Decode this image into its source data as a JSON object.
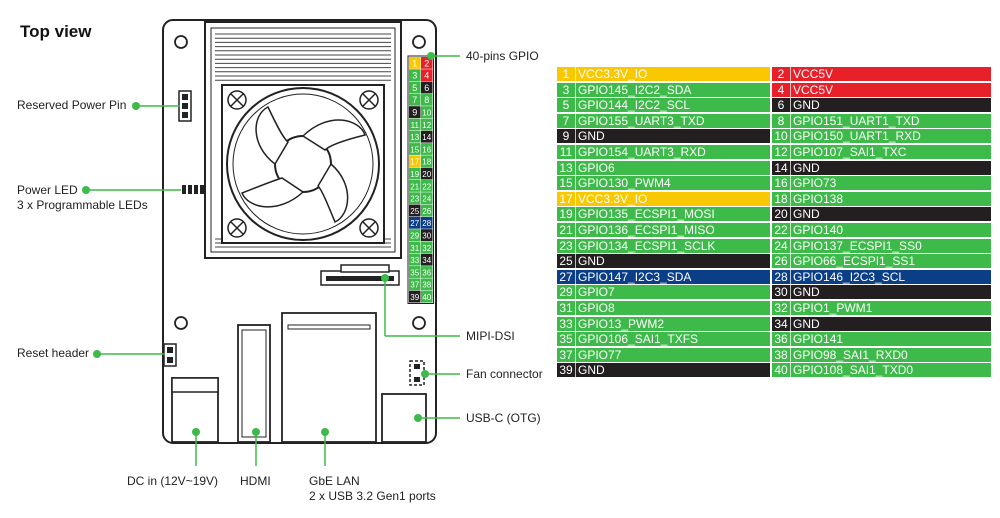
{
  "title": "Top view",
  "callouts": {
    "reserved_power_pin": "Reserved Power Pin",
    "power_led_line1": "Power LED",
    "power_led_line2": "3 x Programmable LEDs",
    "reset_header": "Reset header",
    "dc_in": "DC in (12V~19V)",
    "hdmi": "HDMI",
    "gbe_line1": "GbE LAN",
    "gbe_line2": "2 x USB 3.2 Gen1 ports",
    "gpio40": "40-pins GPIO",
    "mipi_dsi": "MIPI-DSI",
    "fan_connector": "Fan connector",
    "usb_c": "USB-C (OTG)"
  },
  "colors": {
    "accent_green": "#3dba49",
    "yellow": "#f9c800",
    "red": "#e8202a",
    "black": "#231f20",
    "blue": "#0a3e86"
  },
  "pin_rows": [
    {
      "left_num": "1",
      "left_name": "VCC3.3V_IO",
      "left_color": "yellow",
      "right_num": "2",
      "right_name": "VCC5V",
      "right_color": "red"
    },
    {
      "left_num": "3",
      "left_name": "GPIO145_I2C2_SDA",
      "left_color": "green",
      "right_num": "4",
      "right_name": "VCC5V",
      "right_color": "red"
    },
    {
      "left_num": "5",
      "left_name": "GPIO144_I2C2_SCL",
      "left_color": "green",
      "right_num": "6",
      "right_name": "GND",
      "right_color": "black"
    },
    {
      "left_num": "7",
      "left_name": "GPIO155_UART3_TXD",
      "left_color": "green",
      "right_num": "8",
      "right_name": "GPIO151_UART1_TXD",
      "right_color": "green"
    },
    {
      "left_num": "9",
      "left_name": "GND",
      "left_color": "black",
      "right_num": "10",
      "right_name": "GPIO150_UART1_RXD",
      "right_color": "green"
    },
    {
      "left_num": "11",
      "left_name": "GPIO154_UART3_RXD",
      "left_color": "green",
      "right_num": "12",
      "right_name": "GPIO107_SAI1_TXC",
      "right_color": "green"
    },
    {
      "left_num": "13",
      "left_name": "GPIO6",
      "left_color": "green",
      "right_num": "14",
      "right_name": "GND",
      "right_color": "black"
    },
    {
      "left_num": "15",
      "left_name": "GPIO130_PWM4",
      "left_color": "green",
      "right_num": "16",
      "right_name": "GPIO73",
      "right_color": "green"
    },
    {
      "left_num": "17",
      "left_name": "VCC3.3V_IO",
      "left_color": "yellow",
      "right_num": "18",
      "right_name": "GPIO138",
      "right_color": "green"
    },
    {
      "left_num": "19",
      "left_name": "GPIO135_ECSPI1_MOSI",
      "left_color": "green",
      "right_num": "20",
      "right_name": "GND",
      "right_color": "black"
    },
    {
      "left_num": "21",
      "left_name": "GPIO136_ECSPI1_MISO",
      "left_color": "green",
      "right_num": "22",
      "right_name": "GPIO140",
      "right_color": "green"
    },
    {
      "left_num": "23",
      "left_name": "GPIO134_ECSPI1_SCLK",
      "left_color": "green",
      "right_num": "24",
      "right_name": "GPIO137_ECSPI1_SS0",
      "right_color": "green"
    },
    {
      "left_num": "25",
      "left_name": "GND",
      "left_color": "black",
      "right_num": "26",
      "right_name": "GPIO66_ECSPI1_SS1",
      "right_color": "green"
    },
    {
      "left_num": "27",
      "left_name": "GPIO147_I2C3_SDA",
      "left_color": "blue",
      "right_num": "28",
      "right_name": "GPIO146_I2C3_SCL",
      "right_color": "blue"
    },
    {
      "left_num": "29",
      "left_name": "GPIO7",
      "left_color": "green",
      "right_num": "30",
      "right_name": "GND",
      "right_color": "black"
    },
    {
      "left_num": "31",
      "left_name": "GPIO8",
      "left_color": "green",
      "right_num": "32",
      "right_name": "GPIO1_PWM1",
      "right_color": "green"
    },
    {
      "left_num": "33",
      "left_name": "GPIO13_PWM2",
      "left_color": "green",
      "right_num": "34",
      "right_name": "GND",
      "right_color": "black"
    },
    {
      "left_num": "35",
      "left_name": "GPIO106_SAI1_TXFS",
      "left_color": "green",
      "right_num": "36",
      "right_name": "GPIO141",
      "right_color": "green"
    },
    {
      "left_num": "37",
      "left_name": "GPIO77",
      "left_color": "green",
      "right_num": "38",
      "right_name": "GPIO98_SAI1_RXD0",
      "right_color": "green"
    },
    {
      "left_num": "39",
      "left_name": "GND",
      "left_color": "black",
      "right_num": "40",
      "right_name": "GPIO108_SAI1_TXD0",
      "right_color": "green"
    }
  ]
}
